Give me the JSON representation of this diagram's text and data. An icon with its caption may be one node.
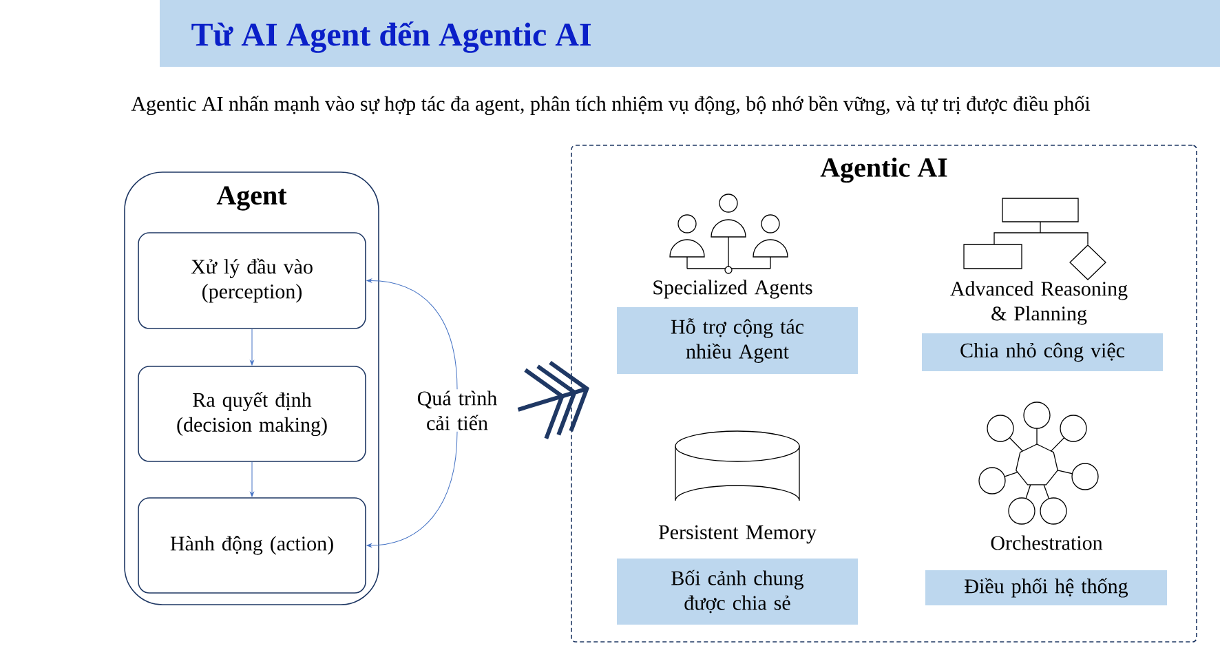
{
  "diagram": {
    "title": "Từ AI Agent đến Agentic AI",
    "nodes": [
      {
        "text": [
          "Agent"
        ]
      },
      {
        "text": [
          "Xử lý đầu vào (perception)"
        ],
        "in": 0
      },
      {
        "text": [
          "Ra quyết định (decision making)"
        ],
        "in": 0
      },
      {
        "text": [
          "Hành động (action)"
        ],
        "in": 0
      },
      {
        "text": [
          "Quá trình cải tiến"
        ]
      },
      {
        "text": [
          "Agentic AI"
        ]
      },
      {
        "text": [
          "Specialized Agents",
          "Hỗ trợ cộng tác nhiều Agent"
        ],
        "in": 5
      },
      {
        "text": [
          "Advanced Reasoning & Planning",
          "Chia nhỏ công việc"
        ],
        "in": 5
      },
      {
        "text": [
          "Persistent Memory",
          "Bối cảnh chung được chia sẻ"
        ],
        "in": 5
      },
      {
        "text": [
          "Orchestration",
          "Điều phối hệ thống"
        ],
        "in": 5
      }
    ],
    "edges": [
      {
        "from": 1,
        "to": 2,
        "arrow": "to"
      },
      {
        "from": 2,
        "to": 3,
        "arrow": "to"
      },
      {
        "from": 4,
        "to": 1,
        "arrow": "to"
      },
      {
        "from": 4,
        "to": 3,
        "arrow": "to"
      },
      {
        "from": 4,
        "to": 5,
        "arrow": "to",
        "style": "thick",
        "color": "#1f3864"
      }
    ],
    "labels": [
      "Agentic AI nhấn mạnh vào sự hợp tác đa agent, phân tích nhiệm vụ động, bộ nhớ bền vững, và tự trị được điều phối"
    ]
  }
}
